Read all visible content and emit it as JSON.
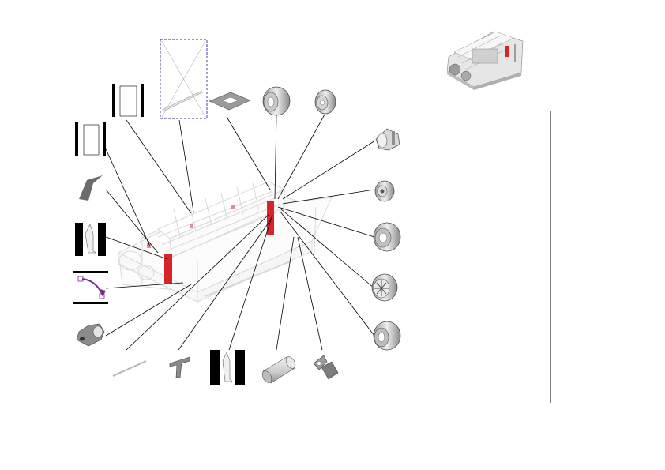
{
  "diagram": {
    "type": "exploded-parts-view",
    "subject": "assembly",
    "highlight_color": "#d8232a",
    "leader_color": "#000000",
    "accent_color": "#7a2d8c",
    "frame_outline_color": "#2b2b9c"
  },
  "parts": [
    {
      "id": "frame-cover-left",
      "icon": "rect-frame-icon"
    },
    {
      "id": "frame-cover-mid",
      "icon": "rect-frame-icon"
    },
    {
      "id": "placeholder-part",
      "icon": "missing-image-icon"
    },
    {
      "id": "square-plate",
      "icon": "plate-icon"
    },
    {
      "id": "roller-large-top",
      "icon": "roller-icon"
    },
    {
      "id": "roller-small-top",
      "icon": "roller-icon"
    },
    {
      "id": "gear-bushing",
      "icon": "bushing-icon"
    },
    {
      "id": "bracket",
      "icon": "bracket-icon"
    },
    {
      "id": "guide-plate-left",
      "icon": "guide-plate-icon"
    },
    {
      "id": "lock-lever",
      "icon": "lock-icon"
    },
    {
      "id": "cam-part",
      "icon": "cam-icon"
    },
    {
      "id": "rod",
      "icon": "rod-icon"
    },
    {
      "id": "t-pin",
      "icon": "pin-icon"
    },
    {
      "id": "guide-plate-bottom",
      "icon": "guide-plate-icon"
    },
    {
      "id": "sleeve",
      "icon": "sleeve-icon"
    },
    {
      "id": "spring-clip",
      "icon": "clip-icon"
    },
    {
      "id": "gear-small",
      "icon": "gear-icon"
    },
    {
      "id": "roller-ribbed",
      "icon": "roller-icon"
    },
    {
      "id": "roller-spoked",
      "icon": "roller-icon"
    },
    {
      "id": "roller-large-bottom",
      "icon": "roller-icon"
    }
  ]
}
